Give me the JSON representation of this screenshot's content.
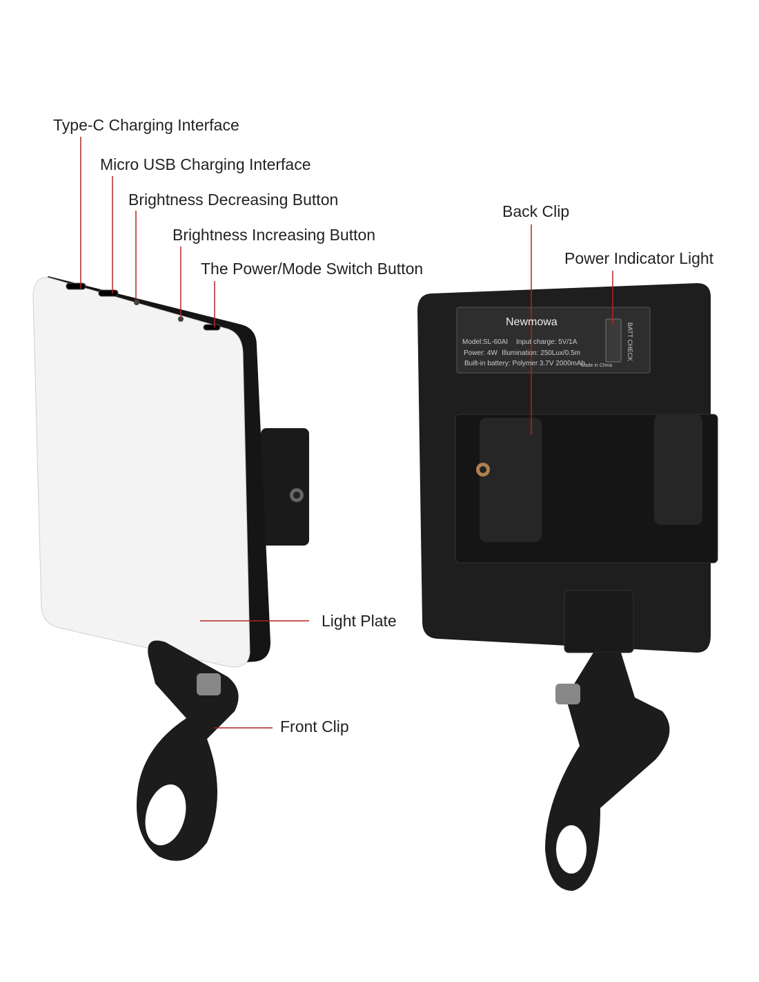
{
  "callouts": {
    "type_c": "Type-C Charging Interface",
    "micro_usb": "Micro USB Charging Interface",
    "brightness_down": "Brightness Decreasing Button",
    "brightness_up": "Brightness Increasing Button",
    "power_mode": "The Power/Mode Switch Button",
    "back_clip": "Back Clip",
    "power_indicator": "Power Indicator Light",
    "light_plate": "Light Plate",
    "front_clip": "Front Clip"
  },
  "device_label": {
    "brand": "Newmowa",
    "model": "Model:SL-60AI",
    "input": "Input charge: 5V/1A",
    "power": "Power: 4W",
    "illumination": "Illumination: 250Lux/0.5m",
    "battery": "Built-in battery: Polymer 3.7V 2000mAh",
    "made_in": "Made in China",
    "batt_check": "BATT CHECK"
  },
  "colors": {
    "callout_line": "#b22222",
    "device_body": "#1e1e1e"
  }
}
